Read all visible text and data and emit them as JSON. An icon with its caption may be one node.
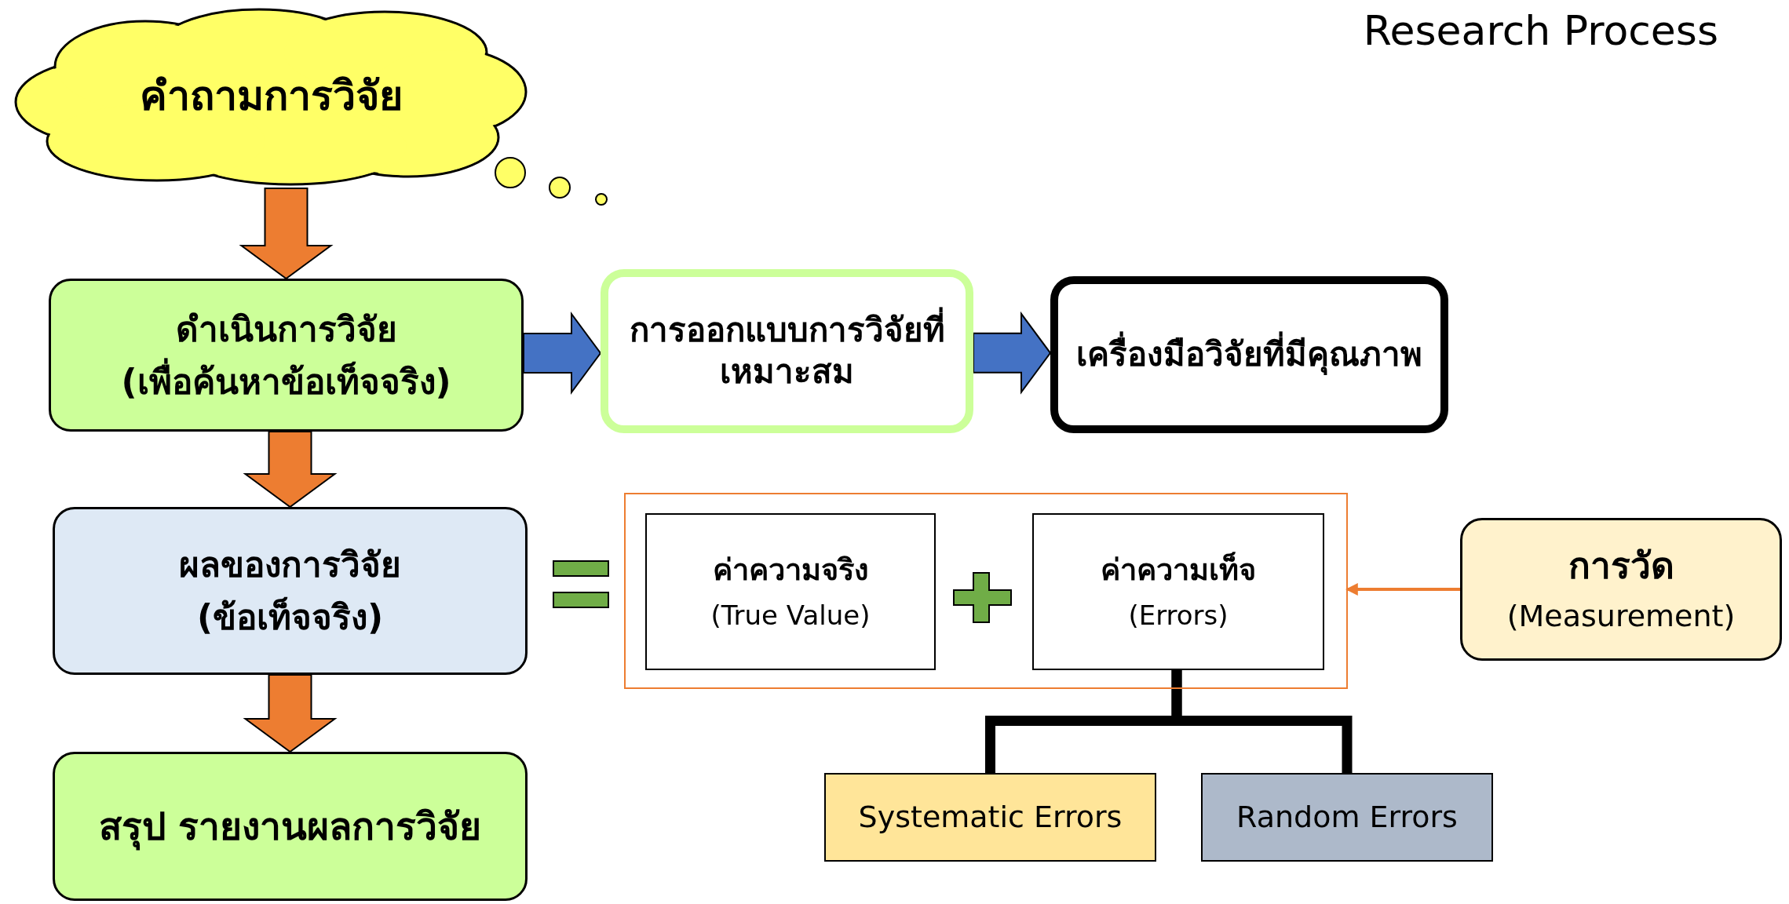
{
  "diagram": {
    "title": "Research Process",
    "nodes": [
      {
        "text": [
          "คำถามการวิจัย"
        ]
      },
      {
        "text": [
          "ดำเนินการวิจัย",
          "(เพื่อค้นหาข้อเท็จจริง)"
        ]
      },
      {
        "text": [
          "การออกแบบการวิจัยที่เหมาะสม"
        ]
      },
      {
        "text": [
          "เครื่องมือวิจัยที่มีคุณภาพ"
        ]
      },
      {
        "text": [
          "ผลของการวิจัย",
          "(ข้อเท็จจริง)"
        ]
      },
      {
        "text": [],
        "shape": "box"
      },
      {
        "text": [
          "ค่าความจริง",
          "(True Value)"
        ],
        "in": 5
      },
      {
        "text": [
          "ค่าความเท็จ",
          "(Errors)"
        ],
        "in": 5
      },
      {
        "text": [
          "การวัด",
          "(Measurement)"
        ]
      },
      {
        "text": [
          "สรุป รายงานผลการวิจัย"
        ]
      },
      {
        "text": [
          "Systematic Errors"
        ]
      },
      {
        "text": [
          "Random Errors"
        ]
      }
    ],
    "edges": [
      {
        "from": 0,
        "to": 1,
        "arrow": "to",
        "style": "thick",
        "color": "#ed7d31"
      },
      {
        "from": 1,
        "to": 4,
        "arrow": "to",
        "style": "thick",
        "color": "#ed7d31"
      },
      {
        "from": 4,
        "to": 9,
        "arrow": "to",
        "style": "thick",
        "color": "#ed7d31"
      },
      {
        "from": 1,
        "to": 2,
        "arrow": "to",
        "style": "thick",
        "color": "#4472c4"
      },
      {
        "from": 2,
        "to": 3,
        "arrow": "to",
        "style": "thick",
        "color": "#4472c4"
      },
      {
        "from": 8,
        "to": 5,
        "arrow": "to",
        "color": "#ed7d31"
      },
      {
        "from": 7,
        "to": 10,
        "arrow": "none",
        "color": "#000000"
      },
      {
        "from": 7,
        "to": 11,
        "arrow": "none",
        "color": "#000000"
      }
    ]
  }
}
